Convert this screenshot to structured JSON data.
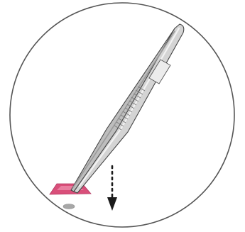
{
  "figure": {
    "subject": "forceps-placing-tissue-sample",
    "colors": {
      "background": "#ffffff",
      "circle_stroke": "#555555",
      "forceps_fill": "#d4d4d4",
      "forceps_highlight": "#f2f2f2",
      "forceps_shadow": "#9a9a9a",
      "forceps_outline": "#444444",
      "grip_ridges": "#7a7a7a",
      "sample_fill": "#d94f7a",
      "sample_highlight": "#ee8fae",
      "pebble_fill": "#a7a7a7",
      "arrow_color": "#1a1a1a"
    },
    "icons": [
      "magnifier-circle",
      "forceps-icon",
      "tissue-sample",
      "down-arrow-icon"
    ]
  }
}
